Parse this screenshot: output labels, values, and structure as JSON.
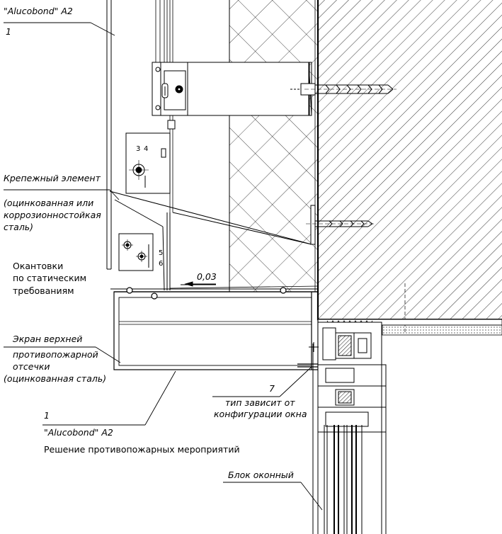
{
  "labels": {
    "top_material": "\"Alucobond\" A2",
    "top_number": "1",
    "fastener_title": "Крепежный элемент",
    "fastener_desc_1": "(оцинкованная или",
    "fastener_desc_2": "коррозионностойкая",
    "fastener_desc_3": "сталь)",
    "trim_1": "Окантовки",
    "trim_2": "по статическим",
    "trim_3": "требованиям",
    "slope": "0,03",
    "screen_1": "Экран верхней",
    "screen_2": "противопожарной",
    "screen_3": "отсечки",
    "screen_4": "(оцинкованная сталь)",
    "bottom_number": "1",
    "bottom_material": "\"Alucobond\" A2",
    "solution": "Решение противопожарных мероприятий",
    "window_number": "7",
    "window_type_1": "тип зависит от",
    "window_type_2": "конфигурации окна",
    "window_block": "Блок оконный",
    "marker_3": "3",
    "marker_4": "4",
    "marker_5": "5",
    "marker_6": "6"
  },
  "colors": {
    "line": "#000000",
    "background": "#ffffff"
  }
}
